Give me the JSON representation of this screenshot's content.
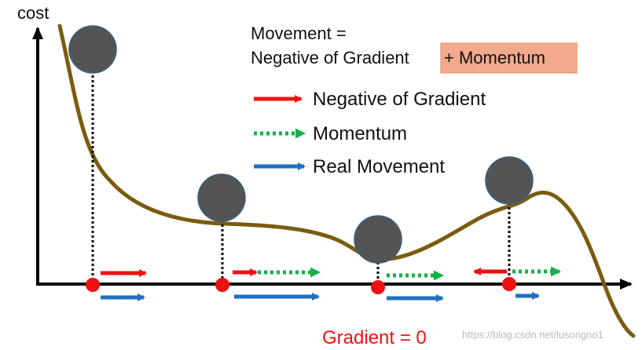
{
  "axis": {
    "y_label": "cost"
  },
  "formula": {
    "line1": "Movement =",
    "line2a": "Negative of Gradient",
    "line2b": "+ Momentum"
  },
  "legend": {
    "gradient": "Negative of Gradient",
    "momentum": "Momentum",
    "movement": "Real Movement"
  },
  "footer": {
    "gradient_zero": "Gradient = 0"
  },
  "watermark": "https://blog.csdn.net/lusongno1",
  "colors": {
    "curve": "#7a5c0f",
    "ball": "#545454",
    "ball_stroke": "#3a5f7e",
    "gradient_arrow": "#ee1111",
    "momentum_arrow": "#17b04b",
    "movement_arrow": "#1f6fbf",
    "highlight": "#f4a98c",
    "red_text": "#ee1111"
  }
}
